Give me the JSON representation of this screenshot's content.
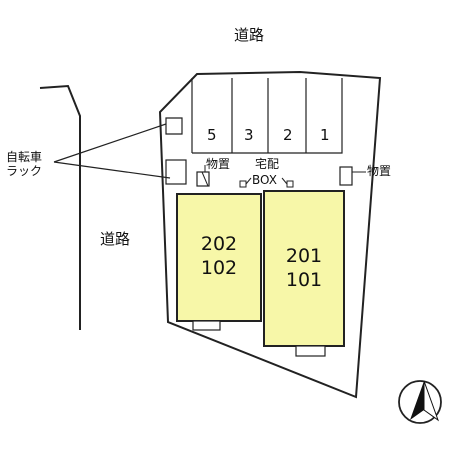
{
  "labels": {
    "road_north": "道路",
    "road_west": "道路",
    "bicycle_rack": "自転車\nラック",
    "storage_left": "物置",
    "storage_right": "物置",
    "delivery_box_line1": "宅配",
    "delivery_box_line2": "BOX"
  },
  "parking_spaces": [
    "5",
    "3",
    "2",
    "1"
  ],
  "buildings": [
    {
      "units_upper": "202",
      "units_lower": "102"
    },
    {
      "units_upper": "201",
      "units_lower": "101"
    }
  ],
  "colors": {
    "building_fill": "#f7f7a8",
    "line": "#222222"
  },
  "compass": {
    "icon": "north-arrow-icon"
  }
}
